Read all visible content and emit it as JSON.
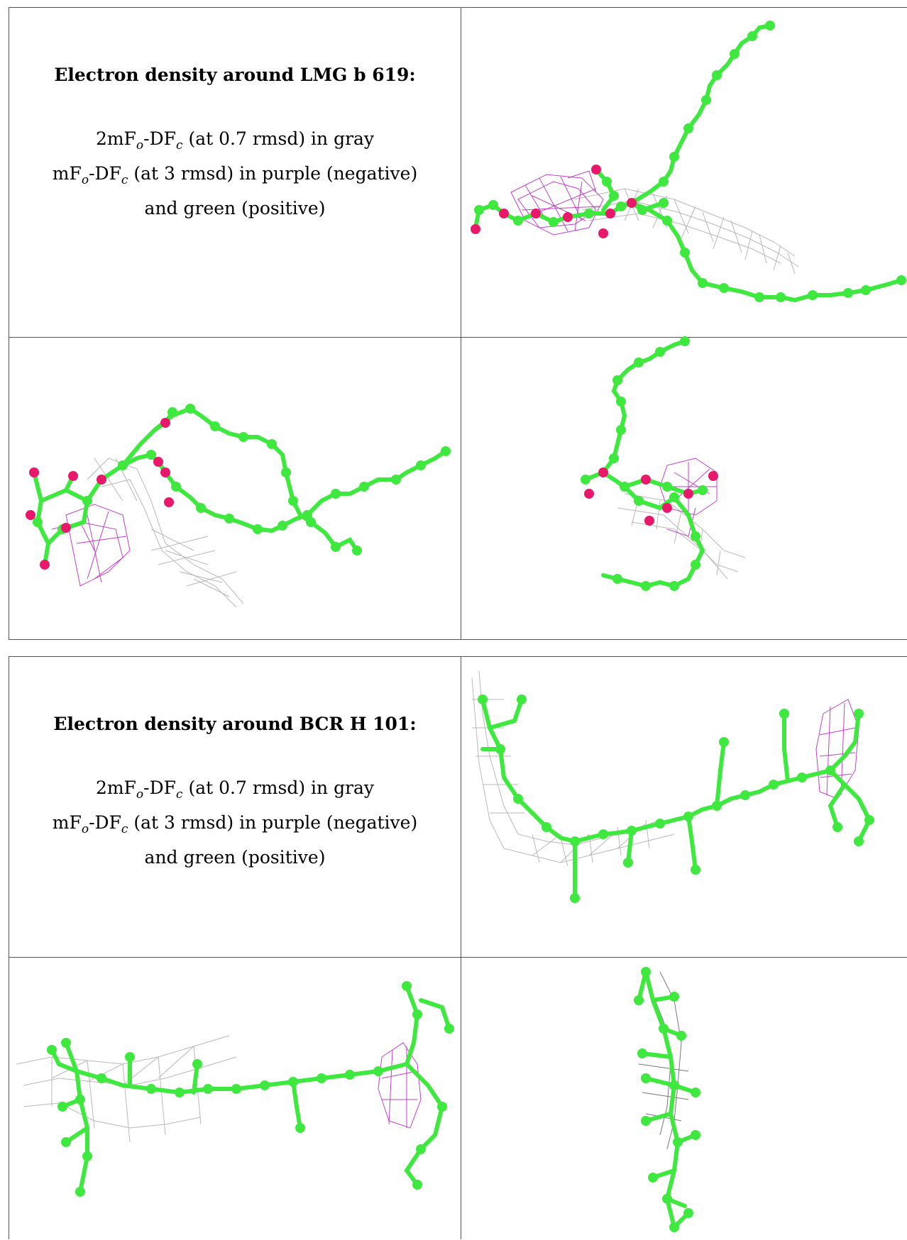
{
  "panels": [
    {
      "heading": "Electron density around LMG b 619:",
      "legend": {
        "line1": {
          "a": "2mF",
          "a_sub": "o",
          "b": "-DF",
          "b_sub": "c",
          "rest": " (at 0.7 rmsd) in gray"
        },
        "line2": {
          "a": "mF",
          "a_sub": "o",
          "b": "-DF",
          "b_sub": "c",
          "rest": " (at 3 rmsd) in purple (negative)"
        },
        "line3": "and green (positive)"
      }
    },
    {
      "heading": "Electron density around BCR H 101:",
      "legend": {
        "line1": {
          "a": "2mF",
          "a_sub": "o",
          "b": "-DF",
          "b_sub": "c",
          "rest": " (at 0.7 rmsd) in gray"
        },
        "line2": {
          "a": "mF",
          "a_sub": "o",
          "b": "-DF",
          "b_sub": "c",
          "rest": " (at 3 rmsd) in purple (negative)"
        },
        "line3": "and green (positive)"
      }
    }
  ],
  "colors": {
    "carbon": "#3ee83e",
    "oxygen": "#e8186a",
    "density_2fofc": "#b4b4b4",
    "density_fofc_negative": "#c040c8",
    "border": "#555555"
  }
}
